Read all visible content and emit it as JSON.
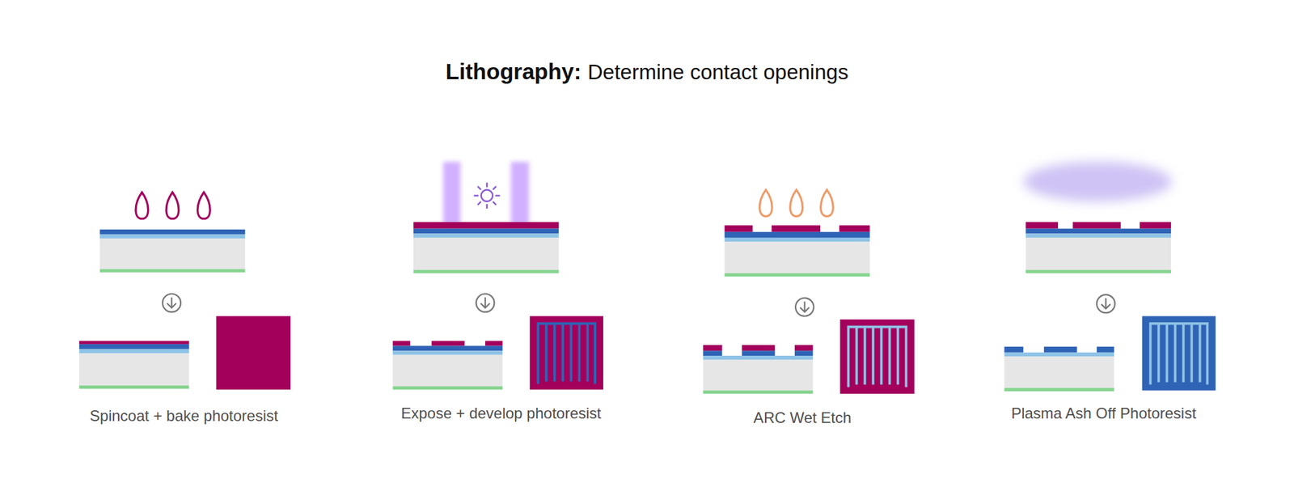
{
  "diagram": {
    "title": "Lithography:",
    "labels": [
      "Determine contact openings",
      "Spincoat + bake photoresist",
      "Expose + develop photoresist",
      "ARC Wet Etch",
      "Plasma Ash Off Photoresist"
    ]
  }
}
